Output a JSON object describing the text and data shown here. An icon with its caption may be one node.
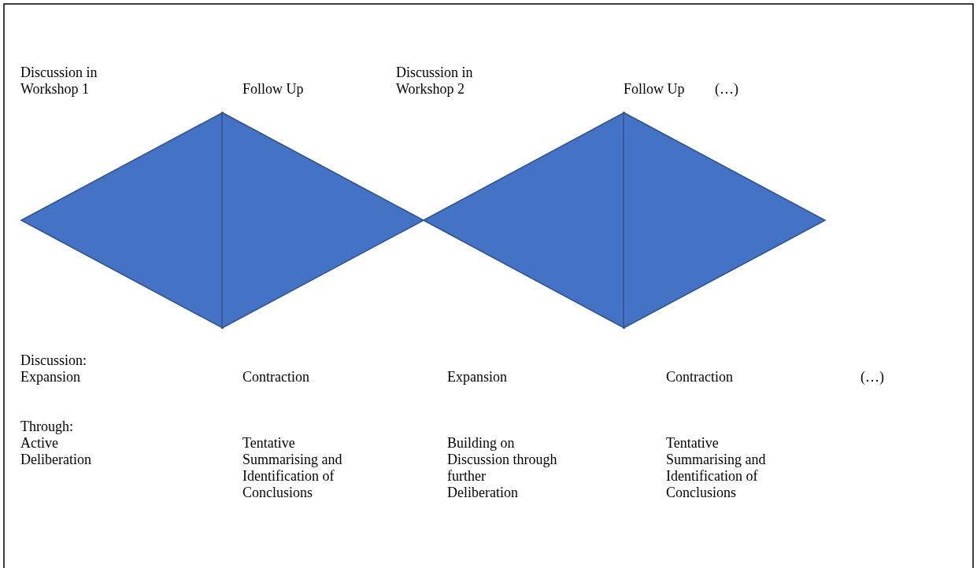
{
  "diagram": {
    "nodes": [
      {
        "text": [],
        "shape": "triangle"
      },
      {
        "text": [],
        "shape": "triangle"
      },
      {
        "text": [],
        "shape": "triangle"
      },
      {
        "text": [],
        "shape": "triangle"
      }
    ],
    "labels": [
      "Discussion in Workshop 1",
      "Follow Up",
      "Discussion in Workshop 2",
      "Follow Up",
      "(…)",
      "Discussion:",
      "Expansion",
      "Contraction",
      "Expansion",
      "Contraction",
      "(…)",
      "Through:",
      "Active Deliberation",
      "Tentative Summarising and Identification of Conclusions",
      "Building on Discussion through further Deliberation",
      "Tentative Summarising and Identification of Conclusions"
    ]
  }
}
